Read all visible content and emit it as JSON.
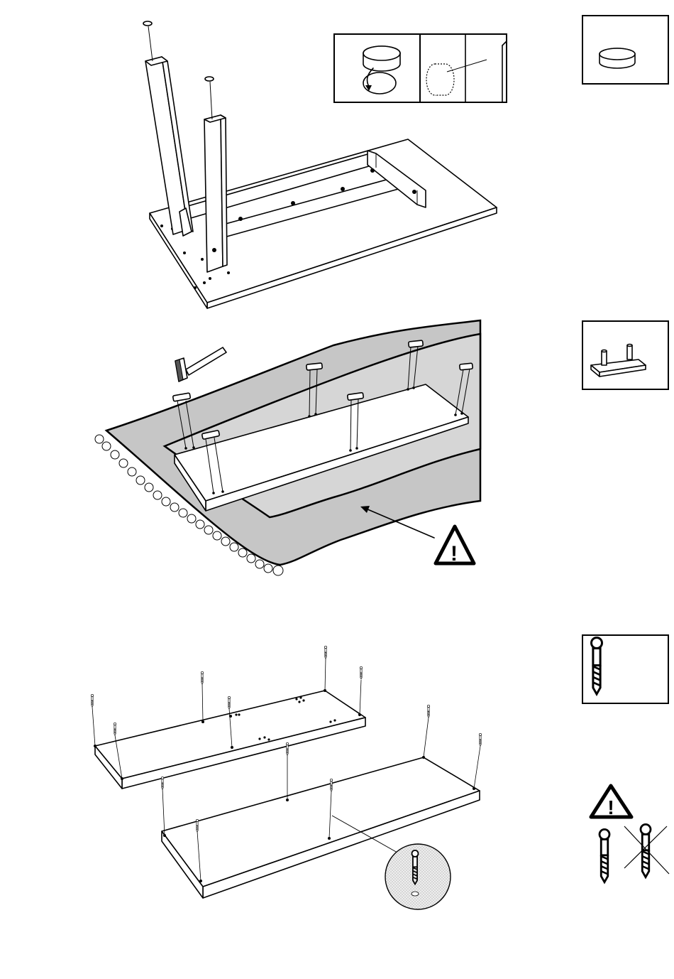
{
  "document": {
    "steps": [
      {
        "id": "attach-glides"
      },
      {
        "id": "hammer-brackets"
      },
      {
        "id": "insert-cam-bolts"
      }
    ]
  },
  "parts": {
    "glide": {
      "icon": "felt-pad-icon"
    },
    "bracket": {
      "icon": "dowel-bracket-icon"
    },
    "bolt": {
      "icon": "cam-bolt-icon"
    }
  },
  "warnings": {
    "step2_symbol": "!",
    "step3_symbol": "!"
  },
  "colors": {
    "line": "#000000",
    "rug": "#c6c6c6",
    "rug_inner": "#d6d6d6",
    "panel": "#ffffff"
  }
}
